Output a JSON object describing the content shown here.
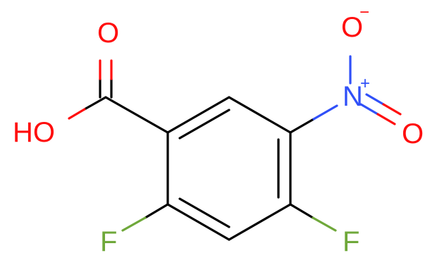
{
  "molecule": {
    "labels": {
      "carbonyl_oxygen": "O",
      "hydroxyl": "HO",
      "nitro_nitrogen": "N",
      "nitro_nitrogen_charge": "+",
      "nitro_oxygen_top": "O",
      "nitro_oxygen_top_charge": "−",
      "nitro_oxygen_right": "O",
      "fluorine_left": "F",
      "fluorine_right": "F"
    },
    "colors": {
      "carbon_bond": "#000000",
      "oxygen": "#ff0d0d",
      "nitrogen": "#3050f8",
      "fluorine": "#6fa83a"
    }
  }
}
